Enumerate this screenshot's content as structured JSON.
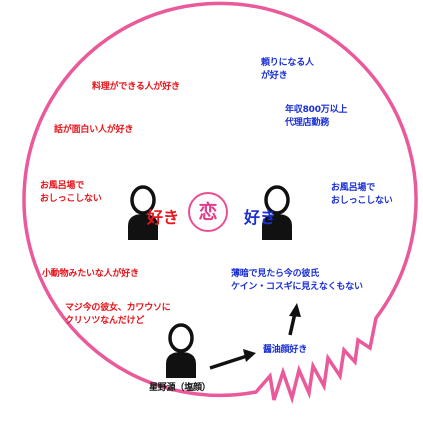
{
  "center": {
    "koi_label": "恋",
    "left_like": "好き",
    "right_like": "好き"
  },
  "left_side": {
    "item1": "料理ができる人が好き",
    "item2": "話が面白い人が好き",
    "item3_line1": "お風呂場で",
    "item3_line2": "おしっこしない",
    "item4": "小動物みたいな人が好き",
    "item5_line1": "マジ今の彼女、カワウソに",
    "item5_line2": "クリソツなんだけど"
  },
  "right_side": {
    "item1_line1": "頼りになる人",
    "item1_line2": "が好き",
    "item2_line1": "年収800万以上",
    "item2_line2": "代理店勤務",
    "item3_line1": "お風呂場で",
    "item3_line2": "おしっこしない",
    "item4_line1": "薄暗で見たら今の彼氏",
    "item4_line2": "ケイン・コスギに見えなくもない"
  },
  "bottom": {
    "person_label": "星野源（塩顔）",
    "arrow_label": "醤油顔好き"
  },
  "colors": {
    "circle_border": "#ea5a9a",
    "left_text": "#e8141a",
    "right_text": "#1a2fd6",
    "koi": "#e23c8a"
  }
}
